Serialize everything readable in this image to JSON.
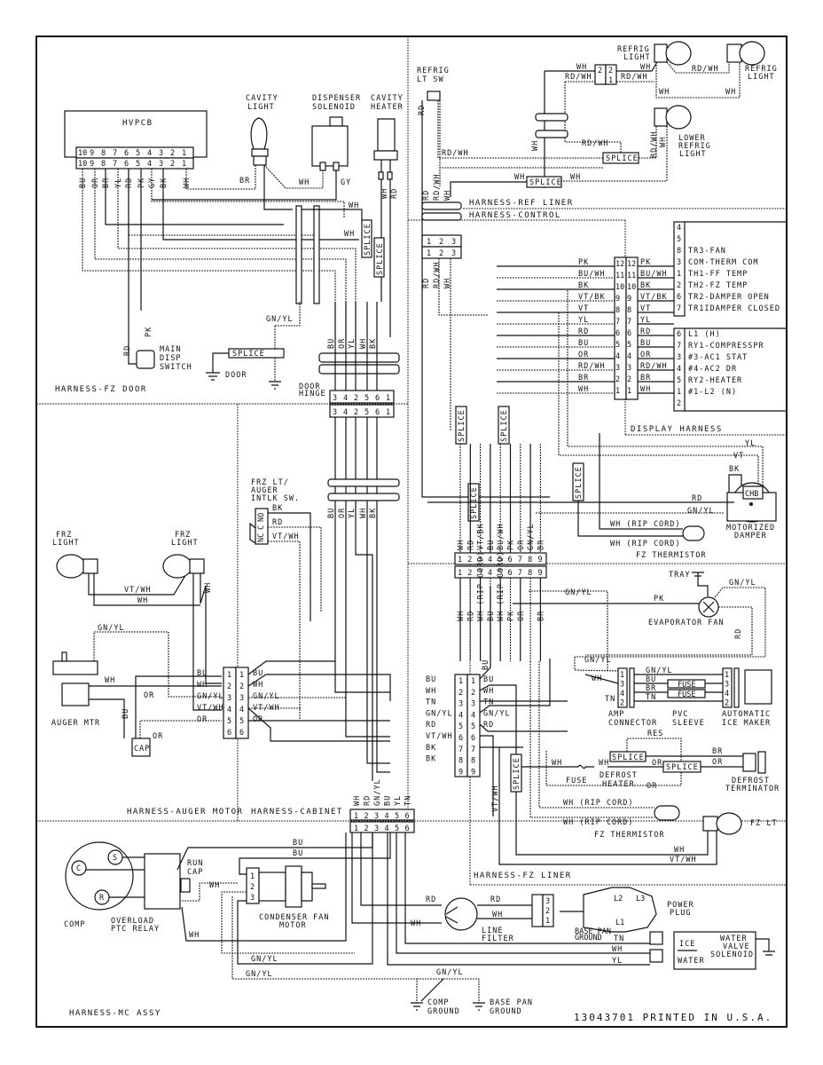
{
  "diagram": {
    "title": "Refrigerator Wiring Diagram",
    "part_number_footer": "13043701 PRINTED IN U.S.A.",
    "harness_labels": {
      "fz_door": "HARNESS-FZ DOOR",
      "ref_liner": "HARNESS-REF LINER",
      "control": "HARNESS-CONTROL",
      "display": "DISPLAY HARNESS",
      "auger_motor": "HARNESS-AUGER MOTOR",
      "cabinet": "HARNESS-CABINET",
      "fz_liner": "HARNESS-FZ LINER",
      "mc_assy": "HARNESS-MC ASSY"
    },
    "components": {
      "hvpcb": "HVPCB",
      "cavity_light": [
        "CAVITY",
        "LIGHT"
      ],
      "dispenser_solenoid": [
        "DISPENSER",
        "SOLENOID"
      ],
      "cavity_heater": [
        "CAVITY",
        "HEATER"
      ],
      "main_disp_switch": [
        "MAIN",
        "DISP",
        "SWITCH"
      ],
      "door": "DOOR",
      "door_hinge": [
        "DOOR",
        "HINGE"
      ],
      "refrig_lt_sw": [
        "REFRIG",
        "LT SW"
      ],
      "refrig_light_1": [
        "REFRIG",
        "LIGHT"
      ],
      "refrig_light_2": [
        "REFRIG",
        "LIGHT"
      ],
      "lower_refrig_light": [
        "LOWER",
        "REFRIG",
        "LIGHT"
      ],
      "motorized_damper": [
        "MOTORIZED",
        "DAMPER"
      ],
      "fz_thermistor_top": "FZ THERMISTOR",
      "frz_lt_switch": [
        "FRZ LT/",
        "AUGER",
        "INTLK SW."
      ],
      "frz_light_1": [
        "FRZ",
        "LIGHT"
      ],
      "frz_light_2": [
        "FRZ",
        "LIGHT"
      ],
      "auger_mtr": "AUGER MTR",
      "cap": "CAP",
      "tray": "TRAY",
      "evaporator_fan": "EVAPORATOR FAN",
      "amp_connector": [
        "AMP",
        "CONNECTOR"
      ],
      "pvc_sleeve": [
        "PVC",
        "SLEEVE"
      ],
      "automatic_ice_maker": [
        "AUTOMATIC",
        "ICE MAKER"
      ],
      "fuse": "FUSE",
      "defrost_heater": [
        "DEFROST",
        "HEATER"
      ],
      "res": "RES",
      "defrost_terminator": [
        "DEFROST",
        "TERMINATOR"
      ],
      "fz_thermistor_bottom": "FZ THERMISTOR",
      "fz_lt": "FZ LT",
      "comp": "COMP",
      "overload_ptc_relay": [
        "OVERLOAD",
        "PTC RELAY"
      ],
      "run_cap": [
        "RUN",
        "CAP"
      ],
      "condenser_fan_motor": [
        "CONDENSER FAN",
        "MOTOR"
      ],
      "line_filter": [
        "LINE",
        "FILTER"
      ],
      "power_plug": [
        "POWER",
        "PLUG"
      ],
      "base_pan_ground_small": [
        "BASE PAN",
        "GROUND"
      ],
      "water_valve_solenoid": [
        "WATER",
        "VALVE",
        "SOLENOID"
      ],
      "ice": "ICE",
      "water": "WATER",
      "comp_ground": [
        "COMP",
        "GROUND"
      ],
      "base_pan_ground": [
        "BASE PAN",
        "GROUND"
      ],
      "splice": "SPLICE",
      "rip_cord": "WH (RIP CORD)"
    },
    "hvpcb_pins": [
      "10",
      "9",
      "8",
      "7",
      "6",
      "5",
      "4",
      "3",
      "2",
      "1"
    ],
    "hvpcb_wires": [
      "BU",
      "OR",
      "BR",
      "YL",
      "RD",
      "PK",
      "GY",
      "BK",
      "WH"
    ],
    "door_hinge_pins": [
      "3",
      "4",
      "2",
      "5",
      "6",
      "1"
    ],
    "door_hinge_wires": [
      "BU",
      "OR",
      "YL",
      "WH",
      "BK"
    ],
    "ref_liner_pins": [
      "1",
      "2",
      "3"
    ],
    "ref_liner_wires": [
      "RD",
      "RD/WH",
      "WH"
    ],
    "control_connector": {
      "pins": [
        "12",
        "11",
        "10",
        "9",
        "8",
        "7",
        "6",
        "5",
        "4",
        "3",
        "2",
        "1"
      ],
      "left_wires": [
        "PK",
        "BU/WH",
        "BK",
        "VT/BK",
        "VT",
        "YL",
        "RD",
        "BU",
        "OR",
        "RD/WH",
        "BR",
        "WH"
      ],
      "right_wires": [
        "PK",
        "BU/WH",
        "BK",
        "VT/BK",
        "VT",
        "YL",
        "RD",
        "BU",
        "OR",
        "RD/WH",
        "BR",
        "WH"
      ]
    },
    "display_upper": [
      {
        "pin": "4",
        "label": ""
      },
      {
        "pin": "5",
        "label": ""
      },
      {
        "pin": "8",
        "label": "TR3-FAN"
      },
      {
        "pin": "3",
        "label": "COM-THERM COM"
      },
      {
        "pin": "1",
        "label": "TH1-FF TEMP"
      },
      {
        "pin": "2",
        "label": "TH2-FZ TEMP"
      },
      {
        "pin": "6",
        "label": "TR2-DAMPER OPEN"
      },
      {
        "pin": "7",
        "label": "TR1IDAMPER CLOSED"
      }
    ],
    "display_lower": [
      {
        "pin": "6",
        "label": "L1 (H)"
      },
      {
        "pin": "7",
        "label": "RY1-COMPRESSPR"
      },
      {
        "pin": "3",
        "label": "#3-AC1 STAT"
      },
      {
        "pin": "4",
        "label": "#4-AC2 DR"
      },
      {
        "pin": "5",
        "label": "RY2-HEATER"
      },
      {
        "pin": "1",
        "label": "#1-L2 (N)"
      },
      {
        "pin": "2",
        "label": ""
      }
    ],
    "fz_liner_top_pins": [
      "1",
      "2",
      "3",
      "4",
      "5",
      "6",
      "7",
      "8",
      "9"
    ],
    "fz_liner_top_wires": [
      "WH",
      "RD",
      "VT/BK",
      "BU",
      "BU/WH",
      "PK",
      "OR",
      "GN/YL",
      "BR"
    ],
    "fz_liner_bottom_wires": [
      "WH",
      "RD",
      "WH (RIP CORD)",
      "BU",
      "WH (RIP CORD)",
      "PK",
      "OR",
      "",
      "BR"
    ],
    "auger_connector": {
      "pins": [
        "1",
        "2",
        "3",
        "4",
        "5",
        "6"
      ],
      "left_wires": [
        "BU",
        "WH",
        "GN/YL",
        "VT/WH",
        "OR"
      ],
      "right_wires": [
        "BU",
        "WH",
        "GN/YL",
        "VT/WH",
        "OR"
      ]
    },
    "cabinet_connector": {
      "pins": [
        "1",
        "2",
        "3",
        "4",
        "5",
        "6",
        "7",
        "8",
        "9"
      ],
      "left_wires": [
        "BU",
        "WH",
        "TN",
        "GN/YL",
        "RD",
        "VT/WH",
        "BK",
        "BK"
      ],
      "right_wires": [
        "BU",
        "WH",
        "TN",
        "GN/YL",
        "RD"
      ]
    },
    "mc_connector": {
      "pins": [
        "1",
        "2",
        "3",
        "4",
        "5",
        "6"
      ],
      "wires": [
        "WH",
        "RD",
        "GN/YL",
        "BU",
        "YL",
        "TN"
      ]
    },
    "condenser_pins": [
      "1",
      "2",
      "3"
    ],
    "amp_pins": [
      "1",
      "3",
      "4",
      "2"
    ],
    "amp_wires": [
      "GN/YL",
      "BU",
      "BR",
      "TN"
    ],
    "ice_maker_pins": [
      "1",
      "3",
      "4",
      "2"
    ],
    "line_filter_pins": [
      "3",
      "2",
      "1"
    ],
    "power_plug_pins": [
      "L2",
      "L3",
      "L1"
    ],
    "comp_terminals": [
      "C",
      "S",
      "R"
    ],
    "frz_switch_terminals": [
      "NC",
      "C",
      "NO"
    ],
    "frz_switch_wires": [
      "BK",
      "RD",
      "VT/WH"
    ],
    "damper_wires": [
      "YL",
      "VT",
      "BK",
      "RD",
      "GN/YL"
    ],
    "wire_labels": {
      "wh": "WH",
      "rd": "RD",
      "rdwh": "RD/WH",
      "br": "BR",
      "gy": "GY",
      "gnyl": "GN/YL",
      "bu": "BU",
      "or": "OR",
      "tn": "TN",
      "yl": "YL",
      "bk": "BK",
      "vtwh": "VT/WH",
      "pk": "PK",
      "vt": "VT"
    }
  }
}
